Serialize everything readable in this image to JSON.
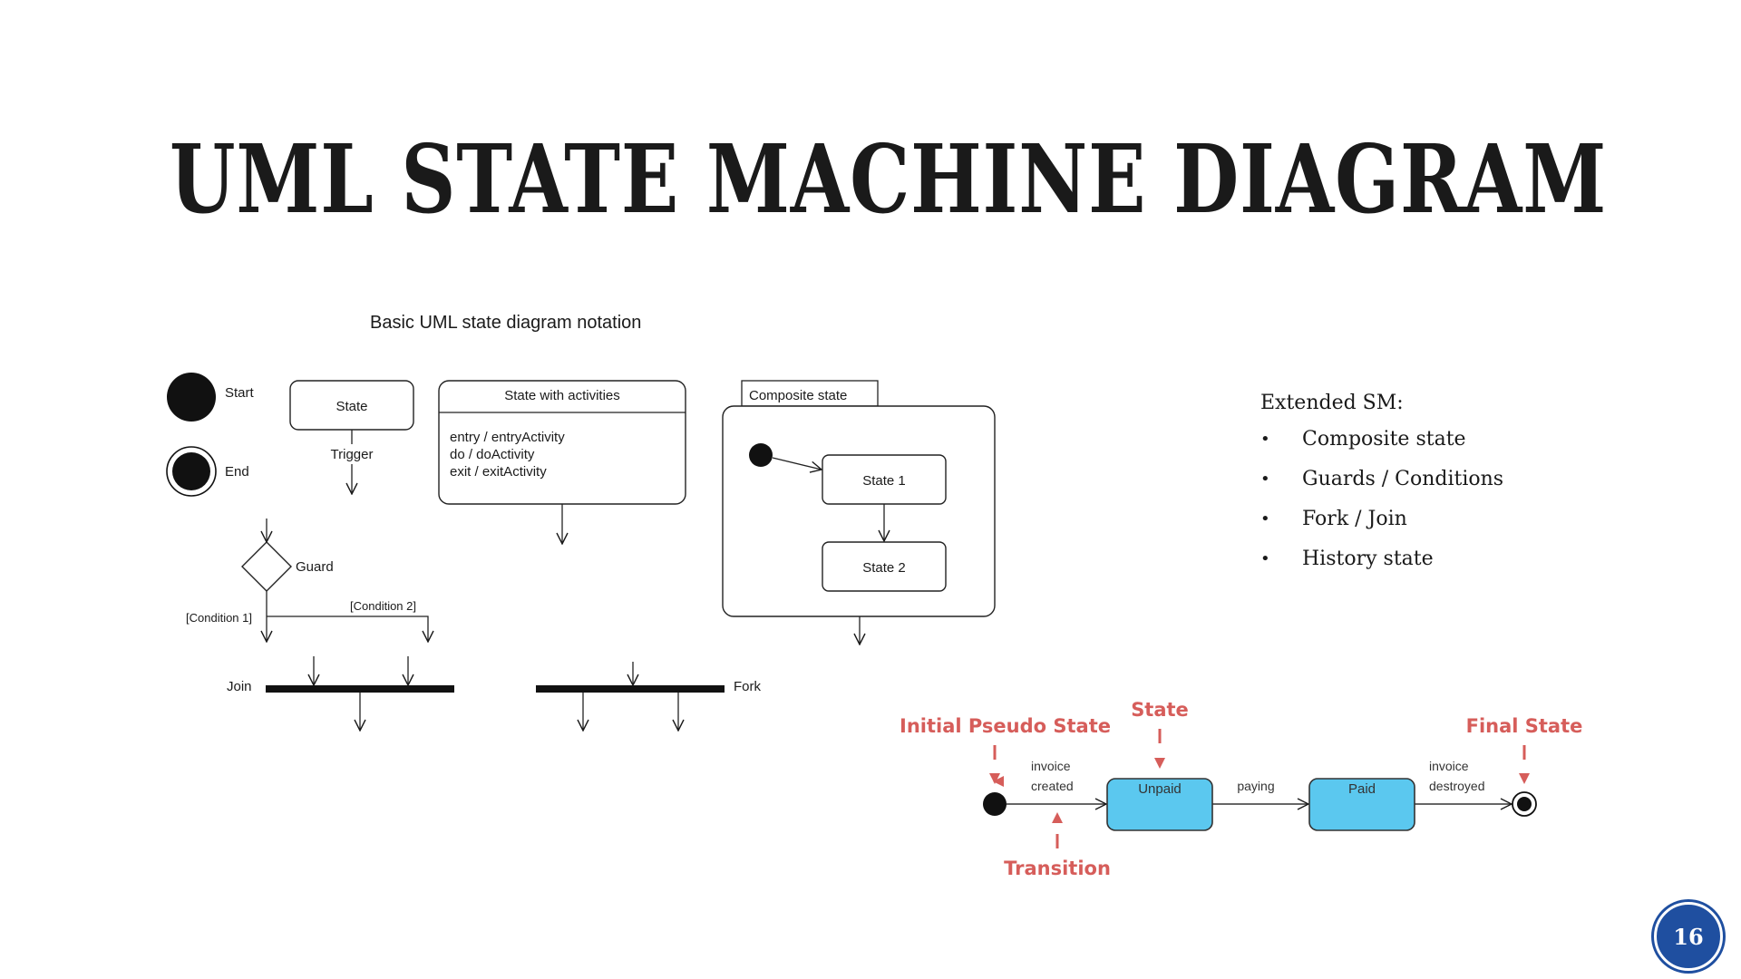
{
  "slide": {
    "title": "UML STATE MACHINE DIAGRAM",
    "page_number": "16"
  },
  "basic_notation": {
    "caption": "Basic UML state diagram notation",
    "start_label": "Start",
    "end_label": "End",
    "state_label": "State",
    "trigger_label": "Trigger",
    "activities_state": {
      "title": "State with activities",
      "lines": [
        "entry / entryActivity",
        "do / doActivity",
        "exit / exitActivity"
      ]
    },
    "composite": {
      "tab_label": "Composite state",
      "state1": "State 1",
      "state2": "State 2"
    },
    "guard_label": "Guard",
    "condition1": "[Condition 1]",
    "condition2": "[Condition 2]",
    "join_label": "Join",
    "fork_label": "Fork"
  },
  "extended": {
    "heading": "Extended SM:",
    "items": [
      "Composite state",
      "Guards / Conditions",
      "Fork / Join",
      "History state"
    ]
  },
  "example": {
    "initial_label": "Initial Pseudo State",
    "state_label": "State",
    "final_label": "Final State",
    "transition_label": "Transition",
    "event1": [
      "invoice",
      "created"
    ],
    "event2": "paying",
    "event3": [
      "invoice",
      "destroyed"
    ],
    "unpaid": "Unpaid",
    "paid": "Paid",
    "colors": {
      "state_fill": "#5bc8ef",
      "annotation": "#d65d5a"
    }
  }
}
